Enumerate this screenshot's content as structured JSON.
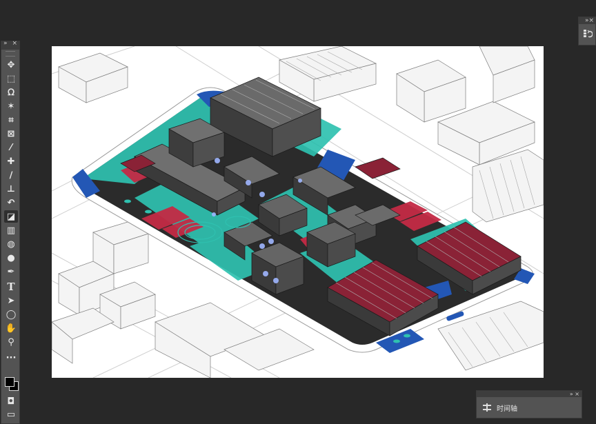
{
  "toolbar": {
    "collapse": "»",
    "close": "×",
    "tools": [
      {
        "name": "move-tool-icon",
        "glyph": "✥"
      },
      {
        "name": "marquee-tool-icon",
        "glyph": "⬚"
      },
      {
        "name": "lasso-tool-icon",
        "glyph": "ᘯ"
      },
      {
        "name": "magic-wand-tool-icon",
        "glyph": "✶"
      },
      {
        "name": "crop-tool-icon",
        "glyph": "⌗"
      },
      {
        "name": "frame-tool-icon",
        "glyph": "⊠"
      },
      {
        "name": "eyedropper-tool-icon",
        "glyph": "⁄"
      },
      {
        "name": "healing-brush-tool-icon",
        "glyph": "✚"
      },
      {
        "name": "brush-tool-icon",
        "glyph": "∕"
      },
      {
        "name": "clone-stamp-tool-icon",
        "glyph": "⊥"
      },
      {
        "name": "history-brush-tool-icon",
        "glyph": "↶"
      },
      {
        "name": "eraser-tool-icon",
        "glyph": "◪"
      },
      {
        "name": "gradient-tool-icon",
        "glyph": "▥"
      },
      {
        "name": "blur-tool-icon",
        "glyph": "◍"
      },
      {
        "name": "dodge-tool-icon",
        "glyph": "●"
      },
      {
        "name": "pen-tool-icon",
        "glyph": "✒"
      },
      {
        "name": "type-tool-icon",
        "glyph": "T"
      },
      {
        "name": "path-selection-tool-icon",
        "glyph": "➤"
      },
      {
        "name": "ellipse-tool-icon",
        "glyph": "◯"
      },
      {
        "name": "hand-tool-icon",
        "glyph": "✋"
      },
      {
        "name": "zoom-tool-icon",
        "glyph": "⚲"
      },
      {
        "name": "more-tools-icon",
        "glyph": "···"
      }
    ],
    "quick_mask": "◘",
    "screen_mode": "▭"
  },
  "right_panel": {
    "collapse": "»×"
  },
  "timeline": {
    "header": "» ×",
    "label": "时间轴"
  },
  "colors": {
    "workspace": "#282828",
    "panel": "#535353",
    "canvas": "#ffffff",
    "teal": "#2fc1b0",
    "red": "#a8253a",
    "blue": "#2357b5"
  }
}
